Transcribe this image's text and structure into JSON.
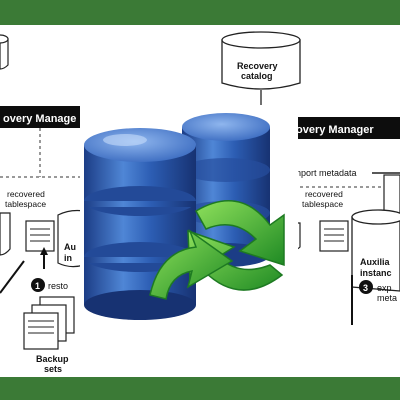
{
  "left_diagram": {
    "header": "overy Manage",
    "recovered_tablespace_line1": "recovered",
    "recovered_tablespace_line2": "tablespace",
    "aux_line1": "Au",
    "aux_line2": "in",
    "step_number": "1",
    "step_text": "resto",
    "backup_line1": "Backup",
    "backup_line2": "sets"
  },
  "right_diagram": {
    "catalog_line1": "Recovery",
    "catalog_line2": "catalog",
    "header": "overy Manager",
    "import_text": "nport metadata",
    "recovered_tablespace_line1": "recovered",
    "recovered_tablespace_line2": "tablespace",
    "aux_line1": "Auxilia",
    "aux_line2": "instanc",
    "step_number": "3",
    "step_line1": "exp",
    "step_line2": "meta"
  },
  "colors": {
    "band": "#3b7a36",
    "header_bar": "#0d0d0d",
    "db_blue": "#2f5fb0",
    "arrow_green": "#3aa535"
  },
  "icons": [
    "database-icon",
    "sync-arrows-icon",
    "document-icon",
    "cylinder-icon"
  ]
}
